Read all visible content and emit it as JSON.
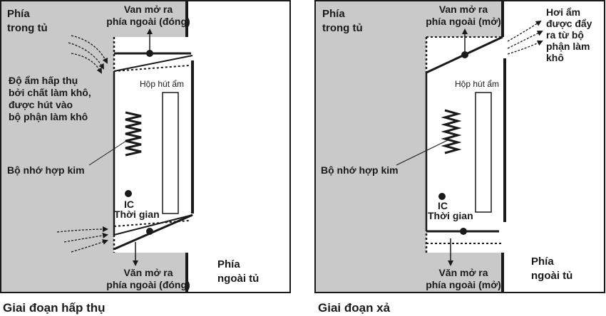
{
  "colors": {
    "cabinet": "#c9c9c9",
    "line": "#1a1a1a",
    "background": "#ffffff"
  },
  "panels": [
    {
      "id": "absorb",
      "caption": "Giai đoạn hấp thụ",
      "inside_label": [
        "Phía",
        "trong tủ"
      ],
      "outside_label": [
        "Phía",
        "ngoài tủ"
      ],
      "top_valve_label": [
        "Van mở ra",
        "phía ngoài (đóng)"
      ],
      "bottom_valve_label": [
        "Văn mở ra",
        "phía ngoài (đóng)"
      ],
      "side_note": [
        "Độ ẩm hấp thụ",
        "bởi chất làm khô,",
        "được hút vào",
        "bộ phận làm khô"
      ],
      "desiccant_label": "Hộp hút ẩm",
      "alloy_label": "Bộ nhớ hợp kim",
      "ic_label": "IC",
      "timer_label": "Thời gian"
    },
    {
      "id": "release",
      "caption": "Giai đoạn xả",
      "inside_label": [
        "Phía",
        "trong tủ"
      ],
      "outside_label": [
        "Phía",
        "ngoài tủ"
      ],
      "top_valve_label": [
        "Van mở ra",
        "phía ngoài (mở)"
      ],
      "bottom_valve_label": [
        "Văn mở ra",
        "phía ngoài (mở)"
      ],
      "side_note": [
        "Hơi ẩm",
        "được đẩy",
        "ra từ bộ",
        "phận làm",
        "khô"
      ],
      "desiccant_label": "Hộp hút ẩm",
      "alloy_label": "Bộ nhớ hợp kim",
      "ic_label": "IC",
      "timer_label": "Thời gian"
    }
  ]
}
